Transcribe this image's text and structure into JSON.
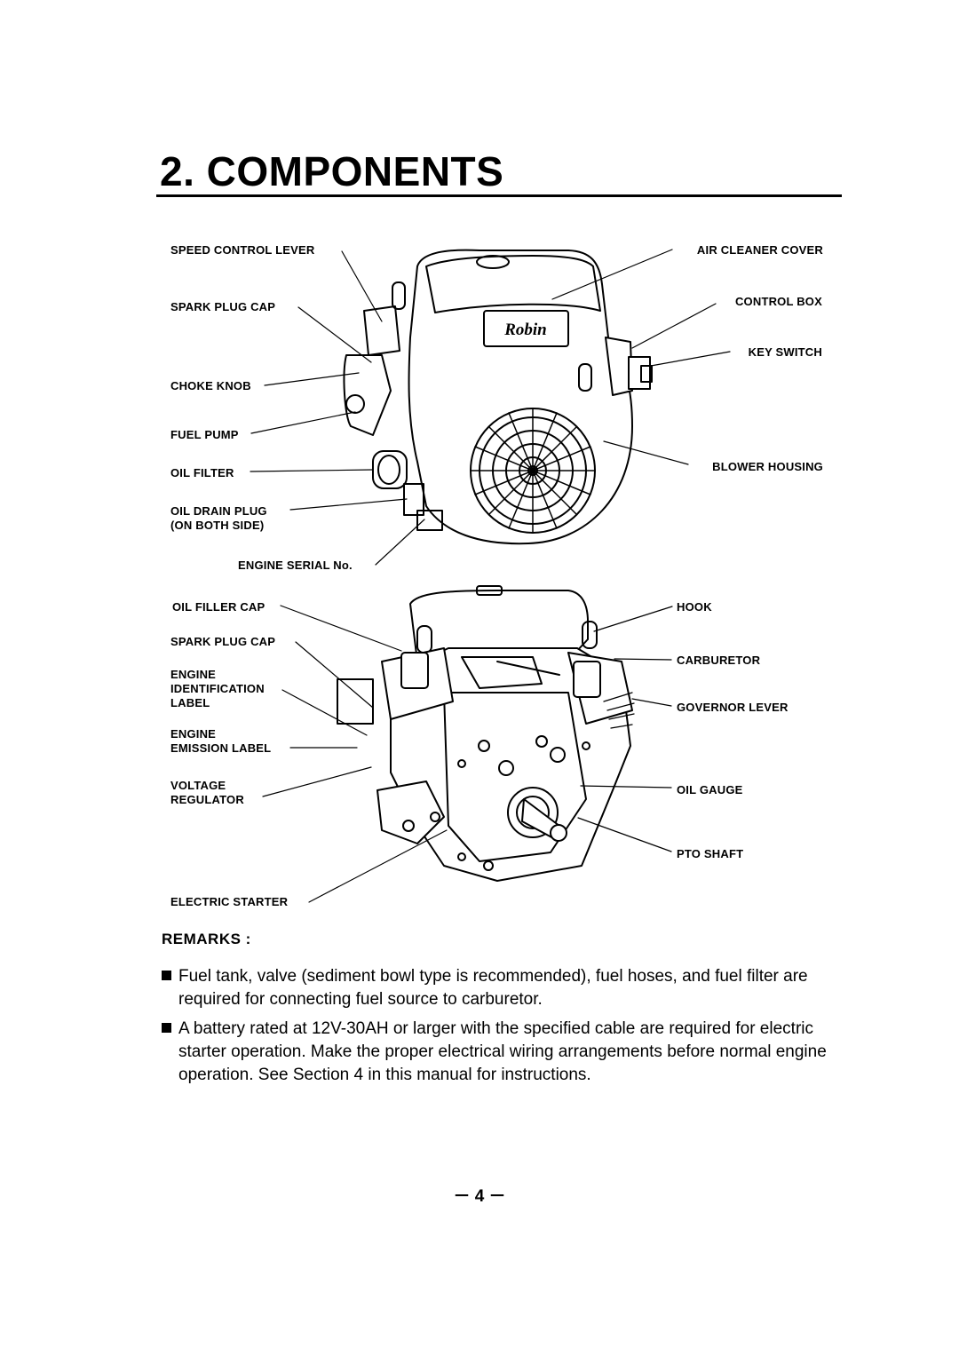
{
  "section": {
    "title": "2. COMPONENTS"
  },
  "upper_labels": {
    "speed_control_lever": "SPEED CONTROL LEVER",
    "spark_plug_cap": "SPARK PLUG CAP",
    "choke_knob": "CHOKE KNOB",
    "fuel_pump": "FUEL PUMP",
    "oil_filter": "OIL FILTER",
    "oil_drain_plug_1": "OIL DRAIN PLUG",
    "oil_drain_plug_2": "(ON BOTH SIDE)",
    "engine_serial": "ENGINE SERIAL No.",
    "air_cleaner_cover": "AIR CLEANER COVER",
    "control_box": "CONTROL BOX",
    "key_switch": "KEY SWITCH",
    "blower_housing": "BLOWER HOUSING"
  },
  "brand_mark": "Robin",
  "lower_labels": {
    "oil_filler_cap": "OIL FILLER CAP",
    "spark_plug_cap": "SPARK PLUG CAP",
    "engine_id_1": "ENGINE",
    "engine_id_2": "IDENTIFICATION",
    "engine_id_3": "LABEL",
    "engine_emission_1": "ENGINE",
    "engine_emission_2": "EMISSION LABEL",
    "voltage_regulator_1": "VOLTAGE",
    "voltage_regulator_2": "REGULATOR",
    "electric_starter": "ELECTRIC STARTER",
    "hook": "HOOK",
    "carburetor": "CARBURETOR",
    "governor_lever": "GOVERNOR LEVER",
    "oil_gauge": "OIL GAUGE",
    "pto_shaft": "PTO SHAFT"
  },
  "remarks": {
    "title": "REMARKS :",
    "items": [
      "Fuel tank, valve (sediment bowl type is recommended), fuel hoses, and fuel filter are required for connecting fuel source to carburetor.",
      "A battery rated at 12V-30AH or larger with the specified cable are required for electric starter operation. Make the proper electrical wiring arrangements before normal engine operation. See Section 4 in this manual for instructions."
    ]
  },
  "page_number": "－ 4 －"
}
